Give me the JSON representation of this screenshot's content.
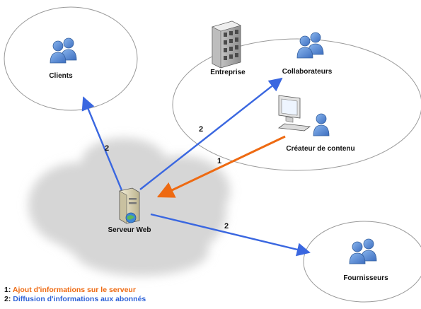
{
  "nodes": {
    "clients": {
      "label": "Clients"
    },
    "entreprise": {
      "label": "Entreprise"
    },
    "collaborateurs": {
      "label": "Collaborateurs"
    },
    "createur": {
      "label": "Créateur de contenu"
    },
    "serveur": {
      "label": "Serveur Web"
    },
    "fournisseurs": {
      "label": "Fournisseurs"
    }
  },
  "arrows": {
    "createur_to_serveur": {
      "label": "1"
    },
    "serveur_to_collaborateurs": {
      "label": "2"
    },
    "serveur_to_clients": {
      "label": "2"
    },
    "serveur_to_fournisseurs": {
      "label": "2"
    }
  },
  "legend": [
    {
      "number": "1:",
      "text": "Ajout d'informations sur le serveur",
      "color": "#ee6a12"
    },
    {
      "number": "2:",
      "text": "Diffusion d'informations aux abonnés",
      "color": "#2f63d8"
    }
  ],
  "colors": {
    "step1_arrow": "#ee6a12",
    "step2_arrow": "#3a67e0",
    "ellipse_stroke": "#9a9a9a",
    "cloud": "#d6d6d6",
    "user_icon": "#5b8fd4"
  },
  "icons": {
    "users": "users-group-icon",
    "building": "office-building-icon",
    "computer": "desktop-computer-icon",
    "server": "web-server-icon",
    "user": "single-user-icon"
  }
}
